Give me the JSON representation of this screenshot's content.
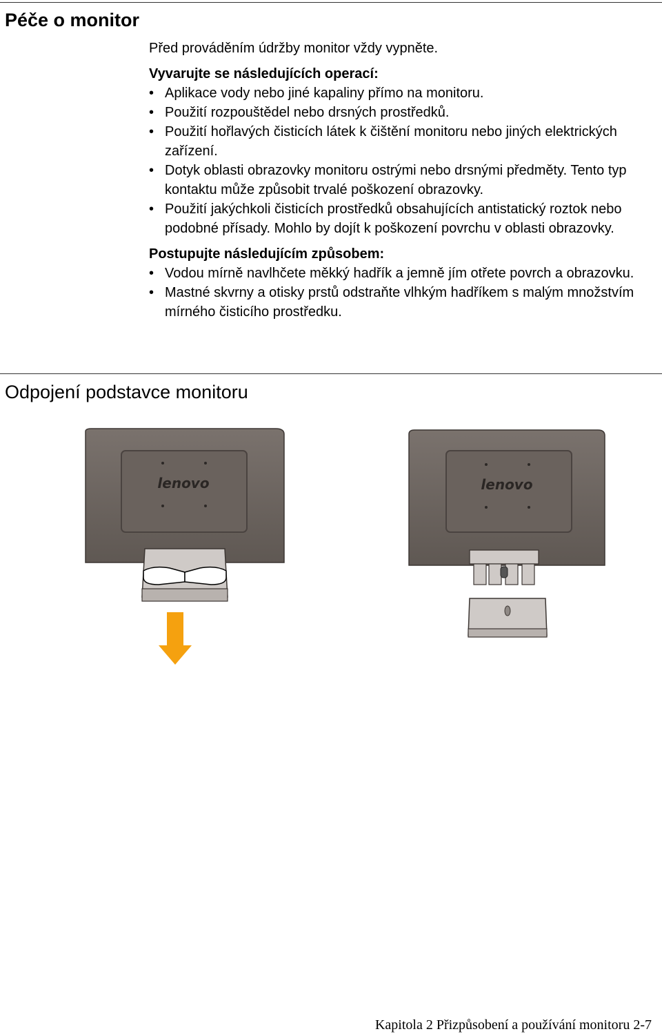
{
  "section1": {
    "title": "Péče o monitor",
    "intro": "Před prováděním údržby monitor vždy vypněte.",
    "avoid_heading": "Vyvarujte se následujících operací:",
    "avoid_items": [
      "Aplikace vody nebo jiné kapaliny přímo na monitoru.",
      "Použití rozpouštědel nebo drsných prostředků.",
      "Použití hořlavých čisticích látek k čištění monitoru nebo jiných elektrických zařízení.",
      "Dotyk oblasti obrazovky monitoru ostrými nebo drsnými předměty. Tento typ kontaktu může způsobit trvalé poškození obrazovky.",
      "Použití jakýchkoli čisticích prostředků obsahujících antistatický roztok nebo podobné přísady. Mohlo by dojít k poškození povrchu v oblasti obrazovky."
    ],
    "proceed_heading": "Postupujte následujícím způsobem:",
    "proceed_items": [
      "Vodou mírně navlhčete měkký hadřík a jemně jím otřete povrch a obrazovku.",
      "Mastné skvrny a otisky prstů odstraňte vlhkým hadříkem s malým množstvím mírného čisticího prostředku."
    ],
    "bullet": "•"
  },
  "section2": {
    "title": "Odpojení podstavce monitoru"
  },
  "figures": {
    "logo_text": "lenovo",
    "monitor_color": "#6e6661",
    "panel_color": "#5d5551",
    "arrow_color": "#f5a10f"
  },
  "footer": {
    "text": "Kapitola 2 Přizpůsobení a používání monitoru 2-7"
  }
}
